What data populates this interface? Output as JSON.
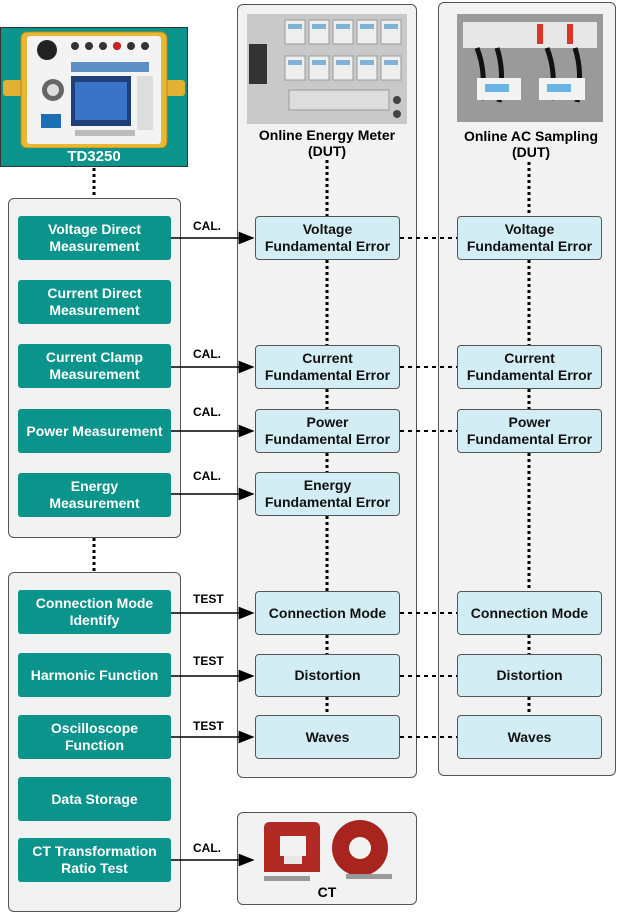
{
  "device": {
    "name": "TD3250",
    "image": "td3250-device-photo"
  },
  "columns": {
    "energy_meter": {
      "title_line1": "Online Energy Meter",
      "title_line2": "(DUT)",
      "image": "energy-meter-cabinet-photo"
    },
    "ac_sampling": {
      "title_line1": "Online AC Sampling",
      "title_line2": "(DUT)",
      "image": "ac-sampling-cabinet-photo"
    }
  },
  "functions": [
    {
      "label": "Voltage Direct\nMeasurement"
    },
    {
      "label": "Current Direct\nMeasurement"
    },
    {
      "label": "Current Clamp\nMeasurement"
    },
    {
      "label": "Power Measurement"
    },
    {
      "label": "Energy\nMeasurement"
    },
    {
      "label": "Connection Mode\nIdentify"
    },
    {
      "label": "Harmonic Function"
    },
    {
      "label": "Oscilloscope\nFunction"
    },
    {
      "label": "Data Storage"
    },
    {
      "label": "CT Transformation\nRatio Test"
    }
  ],
  "arrow_labels": {
    "voltage": "CAL.",
    "current": "CAL.",
    "power": "CAL.",
    "energy": "CAL.",
    "connection": "TEST",
    "harmonic": "TEST",
    "oscilloscope": "TEST",
    "ct": "CAL."
  },
  "meter_results": [
    {
      "label": "Voltage\nFundamental Error"
    },
    {
      "label": "Current\nFundamental Error"
    },
    {
      "label": "Power\nFundamental Error"
    },
    {
      "label": "Energy\nFundamental Error"
    },
    {
      "label": "Connection Mode"
    },
    {
      "label": "Distortion"
    },
    {
      "label": "Waves"
    }
  ],
  "sampling_results": [
    {
      "label": "Voltage\nFundamental Error"
    },
    {
      "label": "Current\nFundamental Error"
    },
    {
      "label": "Power\nFundamental Error"
    },
    {
      "label": "Connection Mode"
    },
    {
      "label": "Distortion"
    },
    {
      "label": "Waves"
    }
  ],
  "ct": {
    "label": "CT",
    "image": "current-transformer-photo"
  },
  "colors": {
    "teal": "#0a948c",
    "result_fill": "#d2eef4",
    "panel": "#f2f2f2"
  }
}
